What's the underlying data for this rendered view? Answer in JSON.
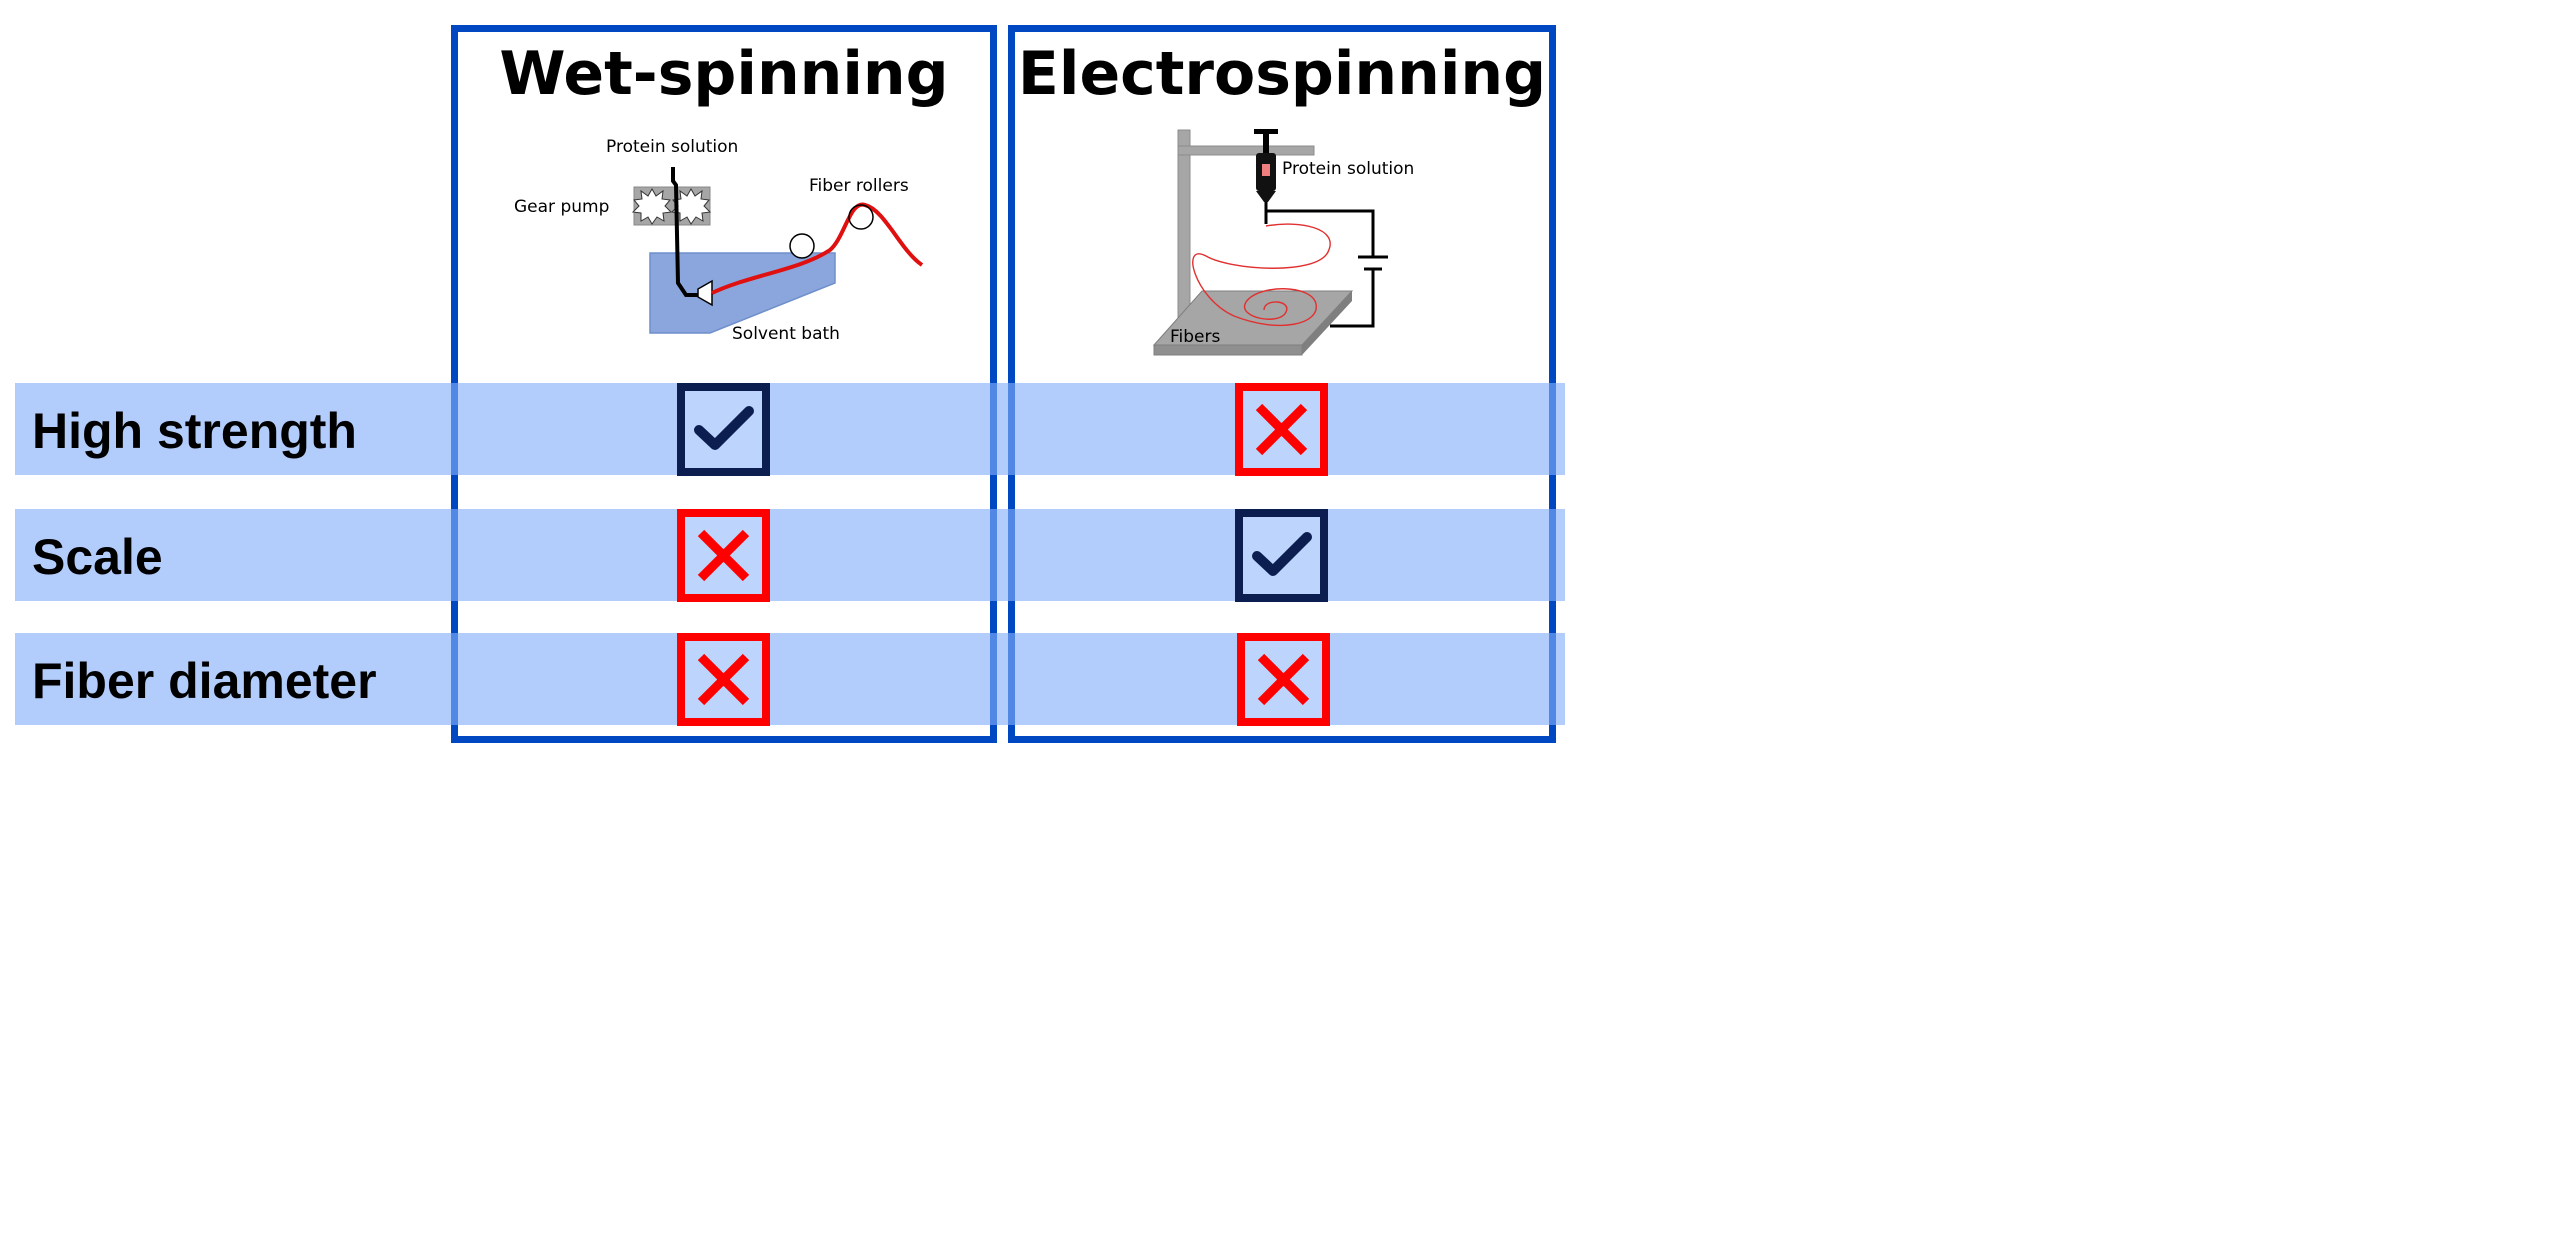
{
  "columns": [
    {
      "title": "Wet-spinning",
      "labels": {
        "protein_solution": "Protein solution",
        "gear_pump": "Gear pump",
        "fiber_rollers": "Fiber rollers",
        "solvent_bath": "Solvent bath"
      }
    },
    {
      "title": "Electrospinning",
      "labels": {
        "protein_solution": "Protein solution",
        "fibers": "Fibers"
      }
    }
  ],
  "rows": [
    {
      "label": "High strength",
      "marks": [
        "check",
        "cross"
      ]
    },
    {
      "label": "Scale",
      "marks": [
        "cross",
        "check"
      ]
    },
    {
      "label": "Fiber diameter",
      "marks": [
        "cross",
        "cross"
      ]
    }
  ],
  "colors": {
    "frame": "#0047c2",
    "band": "#82aff9",
    "check": "#0b1e4f",
    "cross": "#ff0000",
    "fiber": "#e01010",
    "bath": "#8aa6dc",
    "stand": "#a6a6a6"
  },
  "icons": {
    "check": "checkmark-box-icon",
    "cross": "cross-box-icon"
  }
}
